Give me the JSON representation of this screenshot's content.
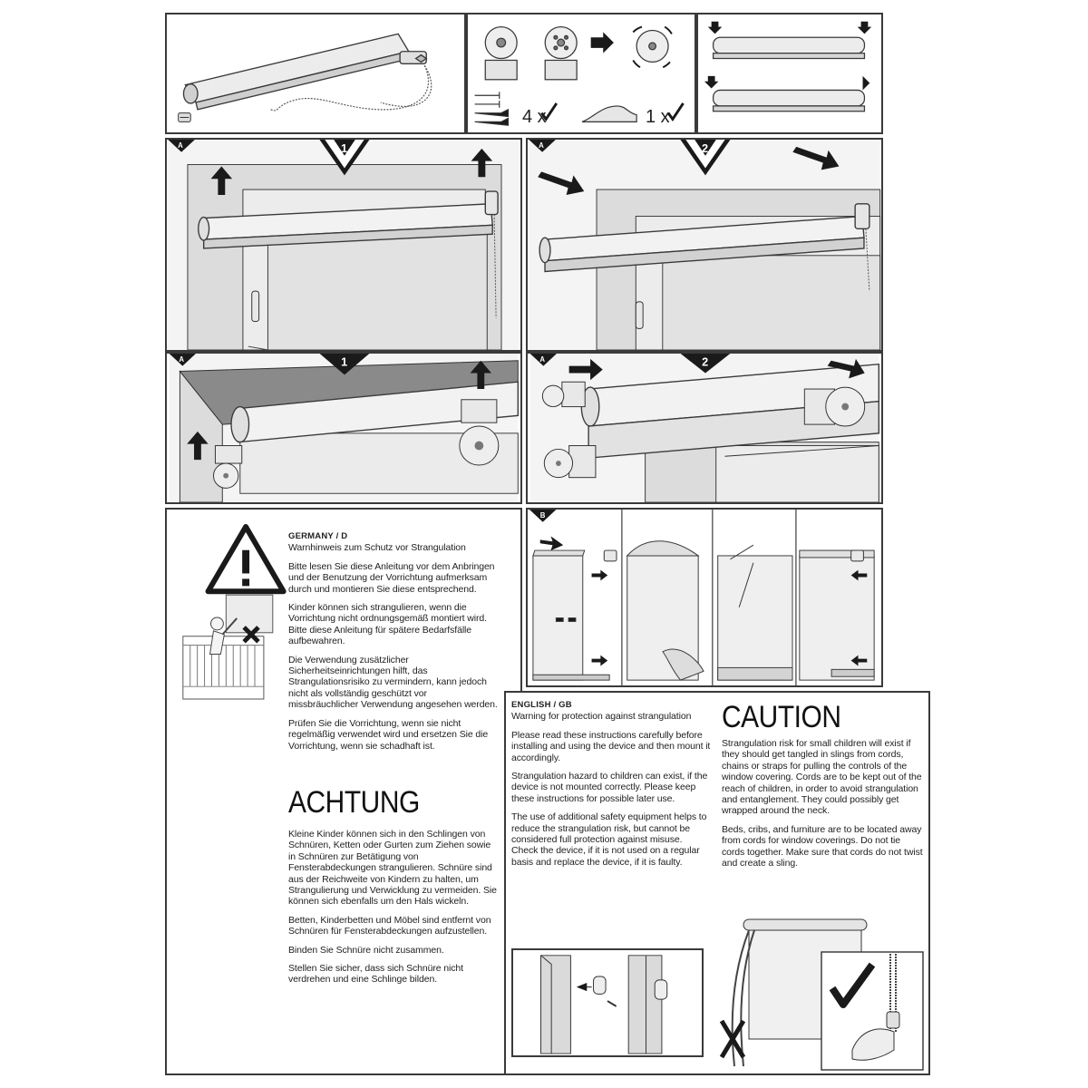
{
  "parts": {
    "qty_brackets": "4 x",
    "qty_lever": "1 x"
  },
  "steps": {
    "a1_letter": "A",
    "a1_number": "1",
    "a2_letter": "A",
    "a2_number": "2",
    "b1_letter": "A",
    "b1_number": "1",
    "b2_letter": "A",
    "b2_number": "2",
    "b_letter": "B"
  },
  "german": {
    "header": "GERMANY / D",
    "subtitle": "Warnhinweis zum Schutz vor Strangulation",
    "p1": "Bitte lesen Sie diese Anleitung vor dem Anbringen und der Benutzung der Vorrichtung aufmerksam durch und montieren Sie diese entsprechend.",
    "p2": "Kinder können sich strangulieren, wenn die Vorrichtung nicht ordnungsgemäß montiert wird. Bitte diese Anleitung für spätere Bedarfsfälle aufbewahren.",
    "p3": "Die Verwendung zusätzlicher Sicherheitseinrichtungen hilft, das Strangulationsrisiko zu vermindern, kann jedoch nicht als vollständig geschützt vor missbräuchlicher Verwendung angesehen werden.",
    "p4": "Prüfen Sie die Vorrichtung, wenn sie nicht regelmäßig verwendet wird und ersetzen Sie die Vorrichtung, wenn sie schadhaft ist.",
    "heading": "ACHTUNG",
    "p5": "Kleine Kinder können sich in den Schlingen von Schnüren, Ketten oder Gurten zum Ziehen sowie in Schnüren zur Betätigung von Fensterabdeckungen strangulieren. Schnüre sind aus der Reichweite von Kindern zu halten, um Strangulierung und Verwicklung zu vermeiden. Sie können sich ebenfalls um den Hals wickeln.",
    "p6": "Betten, Kinderbetten und Möbel sind entfernt von Schnüren für Fensterabdeckungen aufzustellen.",
    "p7": "Binden Sie Schnüre nicht zusammen.",
    "p8": "Stellen Sie sicher, dass sich Schnüre nicht verdrehen und eine Schlinge bilden."
  },
  "english": {
    "header": "ENGLISH / GB",
    "subtitle": "Warning for protection against strangulation",
    "p1": "Please read these instructions carefully before installing and using the device and then mount it accordingly.",
    "p2": "Strangulation hazard to children can exist, if the device is not mounted correctly. Please keep these instructions for possible later use.",
    "p3": "The use of additional safety equipment helps to reduce the strangulation risk, but cannot be considered full protection against misuse. Check the device, if it is not used on a regular basis and replace the device, if it is faulty.",
    "heading": "CAUTION",
    "p4": "Strangulation risk for small children will exist if they should get tangled in slings from cords, chains or straps for pulling the controls of the window covering. Cords are to be kept out of the reach of children, in order to avoid strangulation and entanglement. They could possibly get wrapped around the neck.",
    "p5": "Beds, cribs, and furniture are to be located away from cords for window coverings. Do not tie cords together. Make sure that cords do not twist and create a sling."
  },
  "colors": {
    "line": "#3a3a3a",
    "roller": "#e9e9e9",
    "wall": "#d9d9d9",
    "dark": "#1a1a1a"
  }
}
